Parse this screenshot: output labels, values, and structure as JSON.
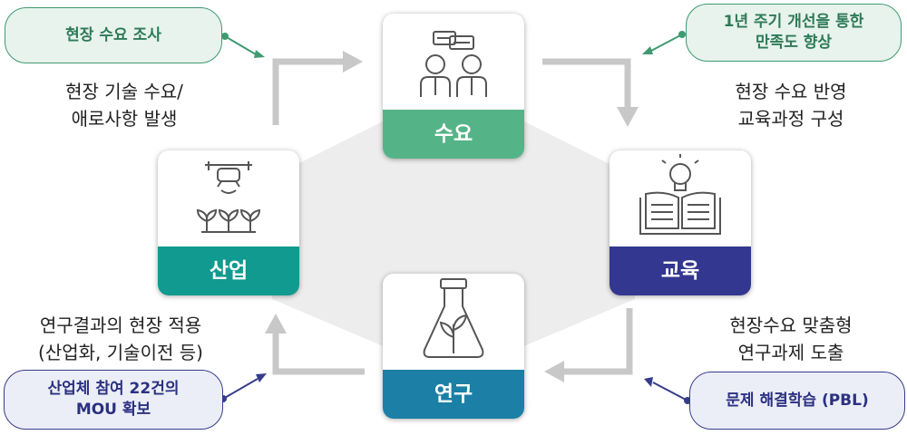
{
  "nodes": {
    "demand": {
      "label": "수요",
      "color": "#55b487"
    },
    "education": {
      "label": "교육",
      "color": "#33378f"
    },
    "research": {
      "label": "연구",
      "color": "#1b7fa6"
    },
    "industry": {
      "label": "산업",
      "color": "#119a8f"
    }
  },
  "bubbles": {
    "survey": "현장 수요 조사",
    "improve": [
      "1년 주기 개선을 통한",
      "만족도 향상"
    ],
    "pbl": "문제 해결학습 (PBL)",
    "mou": [
      "산업체 참여 22건의",
      "MOU 확보"
    ]
  },
  "descriptions": {
    "top_left": [
      "현장 기술 수요/",
      "애로사항 발생"
    ],
    "top_right": [
      "현장 수요 반영",
      "교육과정 구성"
    ],
    "bottom_right": [
      "현장수요 맞춤형",
      "연구과제 도출"
    ],
    "bottom_left": [
      "연구결과의 현장 적용",
      "(산업화, 기술이전 등)"
    ]
  },
  "colors": {
    "arrow": "#c8c8c8",
    "hexagon": "#ededed",
    "green_connector": "#3f9a72",
    "navy_connector": "#363c8a"
  },
  "icons": {
    "demand": "people-talking-icon",
    "education": "lightbulb-book-icon",
    "research": "flask-sprout-icon",
    "industry": "drone-crops-icon"
  }
}
